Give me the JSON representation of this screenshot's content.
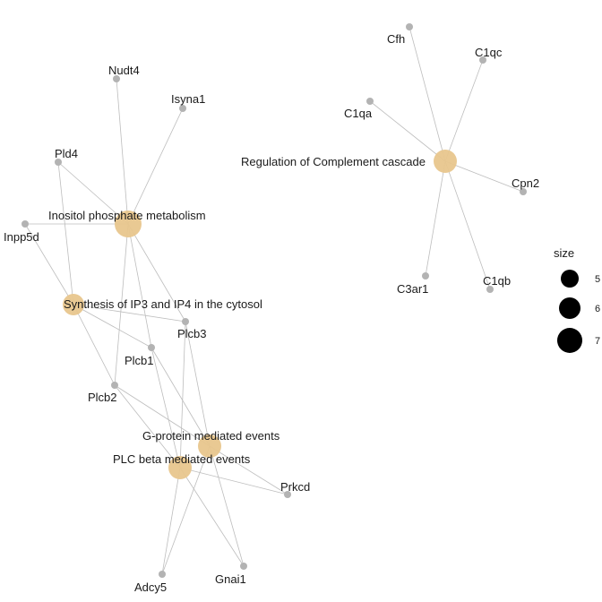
{
  "colors": {
    "gene": "#b3b3b3",
    "pathway": "#e8c68d",
    "edge": "#bdbdbd",
    "legend": "#000000"
  },
  "nodes": {
    "complement": {
      "label": "Regulation of Complement cascade",
      "kind": "pathway"
    },
    "inositol": {
      "label": "Inositol phosphate metabolism",
      "kind": "pathway"
    },
    "ip3": {
      "label": "Synthesis of IP3 and IP4 in the cytosol",
      "kind": "pathway"
    },
    "gprotein": {
      "label": "G-protein mediated events",
      "kind": "pathway"
    },
    "plcbeta": {
      "label": "PLC beta mediated events",
      "kind": "pathway"
    },
    "cfh": {
      "label": "Cfh",
      "kind": "gene"
    },
    "c1qc": {
      "label": "C1qc",
      "kind": "gene"
    },
    "c1qa": {
      "label": "C1qa",
      "kind": "gene"
    },
    "cpn2": {
      "label": "Cpn2",
      "kind": "gene"
    },
    "c3ar1": {
      "label": "C3ar1",
      "kind": "gene"
    },
    "c1qb": {
      "label": "C1qb",
      "kind": "gene"
    },
    "nudt4": {
      "label": "Nudt4",
      "kind": "gene"
    },
    "isyna1": {
      "label": "Isyna1",
      "kind": "gene"
    },
    "pld4": {
      "label": "Pld4",
      "kind": "gene"
    },
    "inpp5d": {
      "label": "Inpp5d",
      "kind": "gene"
    },
    "plcb3": {
      "label": "Plcb3",
      "kind": "gene"
    },
    "plcb1": {
      "label": "Plcb1",
      "kind": "gene"
    },
    "plcb2": {
      "label": "Plcb2",
      "kind": "gene"
    },
    "prkcd": {
      "label": "Prkcd",
      "kind": "gene"
    },
    "adcy5": {
      "label": "Adcy5",
      "kind": "gene"
    },
    "gnai1": {
      "label": "Gnai1",
      "kind": "gene"
    }
  },
  "edges": [
    [
      "complement",
      "cfh"
    ],
    [
      "complement",
      "c1qc"
    ],
    [
      "complement",
      "c1qa"
    ],
    [
      "complement",
      "cpn2"
    ],
    [
      "complement",
      "c3ar1"
    ],
    [
      "complement",
      "c1qb"
    ],
    [
      "inositol",
      "nudt4"
    ],
    [
      "inositol",
      "isyna1"
    ],
    [
      "inositol",
      "pld4"
    ],
    [
      "inositol",
      "inpp5d"
    ],
    [
      "inositol",
      "plcb3"
    ],
    [
      "inositol",
      "plcb1"
    ],
    [
      "inositol",
      "plcb2"
    ],
    [
      "ip3",
      "pld4"
    ],
    [
      "ip3",
      "inpp5d"
    ],
    [
      "ip3",
      "plcb3"
    ],
    [
      "ip3",
      "plcb1"
    ],
    [
      "ip3",
      "plcb2"
    ],
    [
      "gprotein",
      "plcb3"
    ],
    [
      "gprotein",
      "plcb1"
    ],
    [
      "gprotein",
      "plcb2"
    ],
    [
      "gprotein",
      "prkcd"
    ],
    [
      "gprotein",
      "adcy5"
    ],
    [
      "gprotein",
      "gnai1"
    ],
    [
      "plcbeta",
      "plcb3"
    ],
    [
      "plcbeta",
      "plcb1"
    ],
    [
      "plcbeta",
      "plcb2"
    ],
    [
      "plcbeta",
      "prkcd"
    ],
    [
      "plcbeta",
      "adcy5"
    ],
    [
      "plcbeta",
      "gnai1"
    ]
  ],
  "legend": {
    "title": "size",
    "items": [
      {
        "label": "5",
        "value": 5
      },
      {
        "label": "6",
        "value": 6
      },
      {
        "label": "7",
        "value": 7
      }
    ]
  }
}
